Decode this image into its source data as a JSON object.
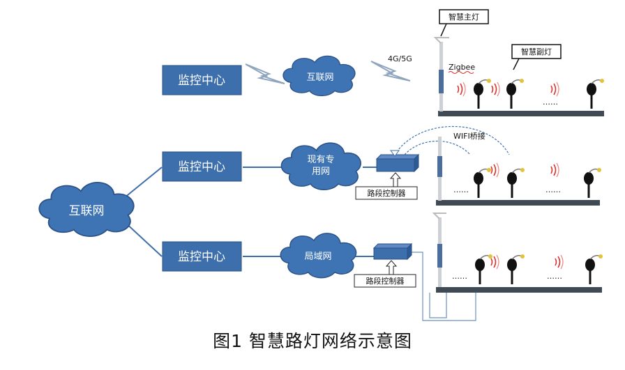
{
  "caption": "图1  智慧路灯网络示意图",
  "colors": {
    "box": "#3e6fad",
    "box_stroke": "#2b5287",
    "cloud": "#3f74b4",
    "cloud_stroke": "#2b5287",
    "road": "#3f4a55",
    "pole": "#cdd1d6",
    "wave": "#d9302a",
    "lightning": "#8fa5bd"
  },
  "top_row": {
    "monitor_label": "监控中心",
    "cloud_label": "互联网",
    "network_label": "4G/5G",
    "zigbee_label": "Zigbee",
    "main_lamp_callout": "智慧主灯",
    "sub_lamp_callout": "智慧副灯",
    "dots": "……"
  },
  "middle_row": {
    "monitor_label": "监控中心",
    "cloud_label_line1": "现有专",
    "cloud_label_line2": "用网",
    "controller_label": "路段控制器",
    "wifi_label": "WIFI桥接",
    "dots_left": "……",
    "dots_right": "……"
  },
  "bottom_row": {
    "monitor_label": "监控中心",
    "cloud_label": "局域网",
    "controller_label": "路段控制器",
    "dots_left": "……",
    "dots_right": "……"
  },
  "root": {
    "cloud_label": "互联网"
  }
}
